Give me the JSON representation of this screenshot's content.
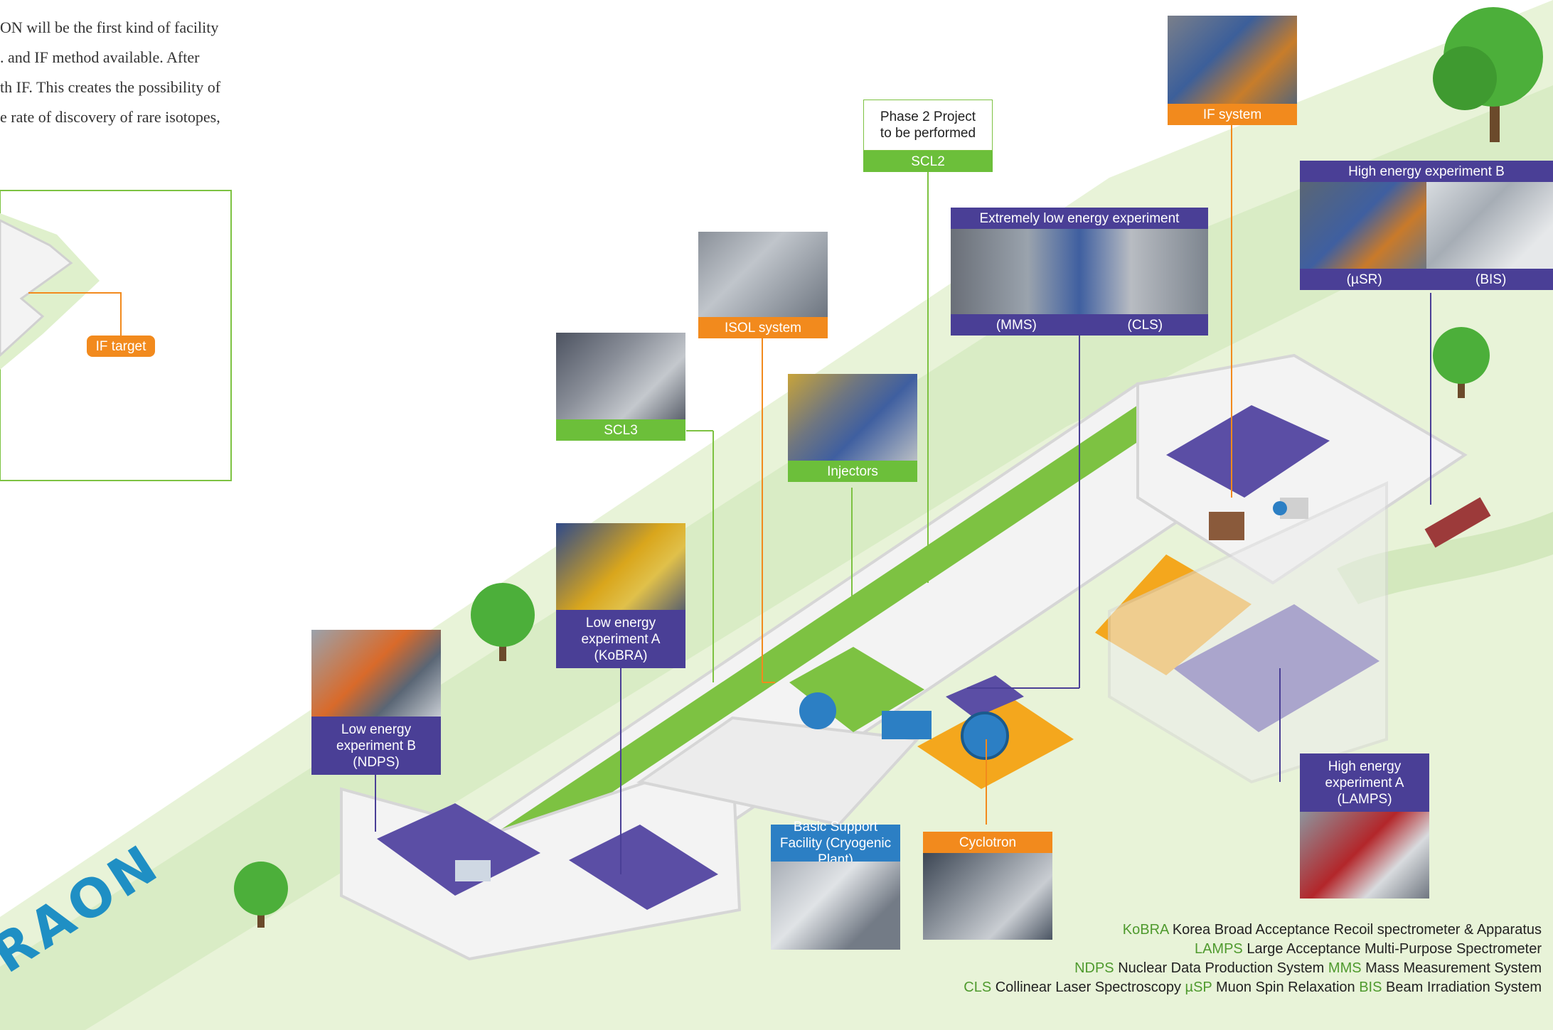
{
  "intro_lines": [
    "ON will be the first kind of facility",
    ". and IF method available. After",
    "th IF. This creates the possibility of",
    "e rate of discovery of rare isotopes,"
  ],
  "labels": {
    "if_target": "IF target",
    "if_system": "IF system",
    "phase2": "Phase 2 Project to be performed",
    "scl2": "SCL2",
    "isol": "ISOL system",
    "scl3": "SCL3",
    "injectors": "Injectors",
    "elee": "Extremely low energy experiment",
    "mms": "(MMS)",
    "cls": "(CLS)",
    "hee_b": "High energy experiment B",
    "musr": "(µSR)",
    "bis": "(BIS)",
    "lee_a": "Low energy experiment A (KoBRA)",
    "lee_b": "Low energy experiment B (NDPS)",
    "bsf": "Basic Support Facility (Cryogenic Plant)",
    "cyclotron": "Cyclotron",
    "hee_a": "High energy experiment A (LAMPS)"
  },
  "logo_text": "RAON",
  "legend": [
    [
      {
        "abbr": "KoBRA",
        "text": "Korea Broad Acceptance Recoil spectrometer & Apparatus"
      }
    ],
    [
      {
        "abbr": "LAMPS",
        "text": "Large Acceptance Multi-Purpose Spectrometer"
      }
    ],
    [
      {
        "abbr": "NDPS",
        "text": "Nuclear Data Production System"
      },
      {
        "abbr": "MMS",
        "text": "Mass Measurement System"
      }
    ],
    [
      {
        "abbr": "CLS",
        "text": "Collinear Laser Spectroscopy"
      },
      {
        "abbr": "µSP",
        "text": "Muon Spin Relaxation"
      },
      {
        "abbr": "BIS",
        "text": "Beam Irradiation System"
      }
    ]
  ],
  "colors": {
    "ground": "#e8f3d8",
    "path": "#d3e8bd",
    "building": "#f1f1f1",
    "wall": "#d9d9d9",
    "beamline": "#7dc242",
    "hall_purple": "#5b4ea5",
    "hall_orange": "#f4a71d",
    "label_orange": "#f28a1d",
    "label_green": "#6cbf3a",
    "label_purple": "#4a3f96",
    "label_blue": "#2c7fc4",
    "legend_abbr": "#4f9a2e"
  }
}
